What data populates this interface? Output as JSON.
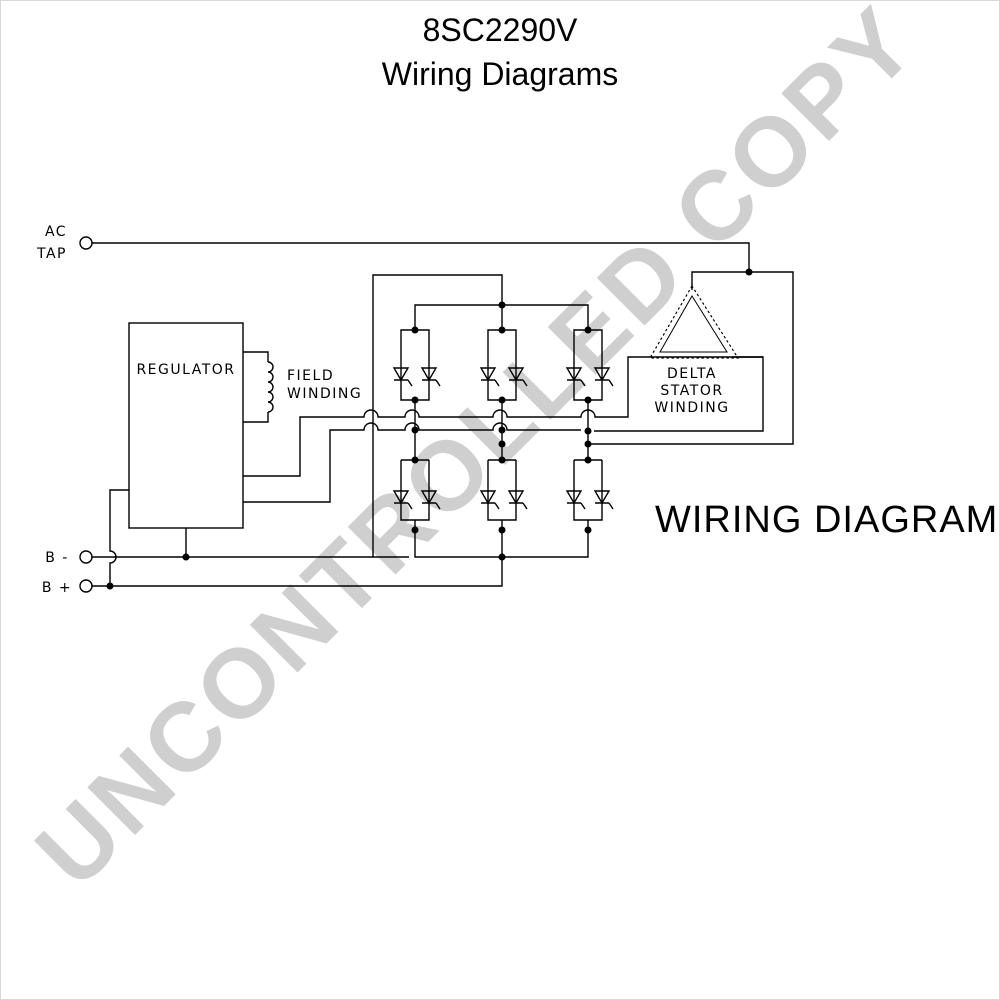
{
  "title": {
    "part_number": "8SC2290V",
    "subtitle": "Wiring Diagrams"
  },
  "labels": {
    "ac_tap_line1": "AC",
    "ac_tap_line2": "TAP",
    "regulator": "REGULATOR",
    "field_winding_line1": "FIELD",
    "field_winding_line2": "WINDING",
    "delta_line1": "DELTA",
    "delta_line2": "STATOR",
    "delta_line3": "WINDING",
    "b_minus": "B -",
    "b_plus": "B +",
    "diagram_heading": "WIRING  DIAGRAM"
  },
  "watermark": "UNCONTROLLED COPY",
  "colors": {
    "line": "#000000",
    "watermark": "#cfcfcf",
    "background": "#ffffff"
  }
}
